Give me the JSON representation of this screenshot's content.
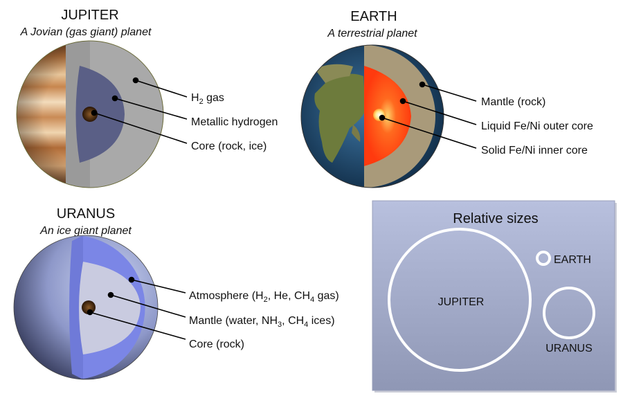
{
  "jupiter": {
    "title": "JUPITER",
    "subtitle": "A Jovian (gas giant) planet",
    "labels": {
      "h2_gas_main": "H",
      "h2_gas_sub": "2",
      "h2_gas_rest": " gas",
      "metallic": "Metallic hydrogen",
      "core": "Core (rock, ice)"
    }
  },
  "earth": {
    "title": "EARTH",
    "subtitle": "A terrestrial planet",
    "labels": {
      "mantle": "Mantle (rock)",
      "outer_core": "Liquid Fe/Ni outer core",
      "inner_core": "Solid Fe/Ni inner core"
    }
  },
  "uranus": {
    "title": "URANUS",
    "subtitle": "An ice giant planet",
    "labels": {
      "atm_a": "Atmosphere (H",
      "atm_s1": "2",
      "atm_b": ", He, CH",
      "atm_s2": "4",
      "atm_c": " gas)",
      "man_a": "Mantle (water, NH",
      "man_s1": "3",
      "man_b": ", CH",
      "man_s2": "4",
      "man_c": " ices)",
      "core": "Core (rock)"
    }
  },
  "relative_sizes": {
    "title": "Relative sizes",
    "jupiter": "JUPITER",
    "earth": "EARTH",
    "uranus": "URANUS"
  },
  "colors": {
    "panel_top": "#b8c0de",
    "panel_bottom": "#8f97b5",
    "jupiter_cut": "#a9a9a9",
    "jupiter_metallic": "#5a5f86",
    "earth_mantle": "#a99a7a",
    "earth_outer_core": "#ff4a17",
    "uranus_atm": "#7b86e6",
    "uranus_mantle": "#c9cbe0"
  }
}
